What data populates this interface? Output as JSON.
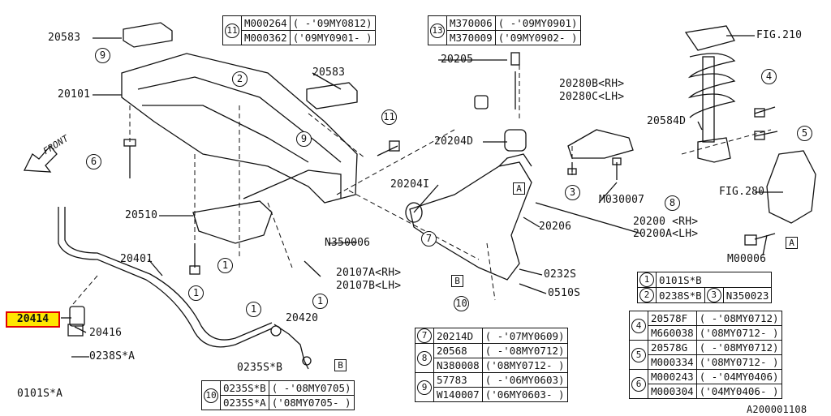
{
  "highlight_label": "20414",
  "labels": {
    "p20583a": "20583",
    "p20101": "20101",
    "p20583b": "20583",
    "p20510": "20510",
    "p20401": "20401",
    "p20416": "20416",
    "p0238s_a": "0238S*A",
    "p0101s_a": "0101S*A",
    "p0235s_b": "0235S*B",
    "p20420": "20420",
    "pN350006": "N350006",
    "p20107a": "20107A<RH>",
    "p20107b": "20107B<LH>",
    "p20205": "20205",
    "p20280b": "20280B<RH>",
    "p20280c": "20280C<LH>",
    "p20204d": "20204D",
    "p20204i": "20204I",
    "p20206": "20206",
    "p20200": "20200 <RH>",
    "p20200a": "20200A<LH>",
    "p0232s": "0232S",
    "p0510s": "0510S",
    "pM030007": "M030007",
    "pFIG210": "FIG.210",
    "p20584d": "20584D",
    "pFIG280": "FIG.280",
    "pM00006": "M00006",
    "front": "FRONT",
    "footer": "A200001108"
  },
  "callouts": {
    "c9a": "9",
    "c9b": "9",
    "c6": "6",
    "c2": "2",
    "c11": "11",
    "c1a": "1",
    "c1b": "1",
    "c1c": "1",
    "c1d": "1",
    "c10": "10",
    "c3": "3",
    "c7": "7",
    "c4": "4",
    "c5": "5",
    "c8": "8"
  },
  "boxes": {
    "A1": "A",
    "A2": "A",
    "B1": "B",
    "B2": "B"
  },
  "tables": {
    "t11": {
      "idx": "11",
      "rows": [
        [
          "M000264",
          "( -'09MY0812)"
        ],
        [
          "M000362",
          "('09MY0901- )"
        ]
      ]
    },
    "t13": {
      "idx": "13",
      "rows": [
        [
          "M370006",
          "( -'09MY0901)"
        ],
        [
          "M370009",
          "('09MY0902- )"
        ]
      ]
    },
    "t12": {
      "r1": [
        "1",
        "0101S*B"
      ],
      "r2": [
        "2",
        "0238S*B"
      ],
      "r3": [
        "3",
        "N350023"
      ]
    },
    "t4": {
      "idx": "4",
      "rows": [
        [
          "20578F",
          "( -'08MY0712)"
        ],
        [
          "M660038",
          "('08MY0712- )"
        ]
      ]
    },
    "t5": {
      "idx": "5",
      "rows": [
        [
          "20578G",
          "( -'08MY0712)"
        ],
        [
          "M000334",
          "('08MY0712- )"
        ]
      ]
    },
    "t6": {
      "idx": "6",
      "rows": [
        [
          "M000243",
          "( -'04MY0406)"
        ],
        [
          "M000304",
          "('04MY0406- )"
        ]
      ]
    },
    "t10": {
      "idx": "10",
      "rows": [
        [
          "0235S*B",
          "( -'08MY0705)"
        ],
        [
          "0235S*A",
          "('08MY0705- )"
        ]
      ]
    },
    "t7": {
      "idx": "7",
      "rows": [
        [
          "20214D",
          "( -'07MY0609)"
        ]
      ]
    },
    "t8": {
      "idx": "8",
      "rows": [
        [
          "20568",
          "( -'08MY0712)"
        ],
        [
          "N380008",
          "('08MY0712- )"
        ]
      ]
    },
    "t9": {
      "idx": "9",
      "rows": [
        [
          "57783",
          "( -'06MY0603)"
        ],
        [
          "W140007",
          "('06MY0603- )"
        ]
      ]
    }
  }
}
